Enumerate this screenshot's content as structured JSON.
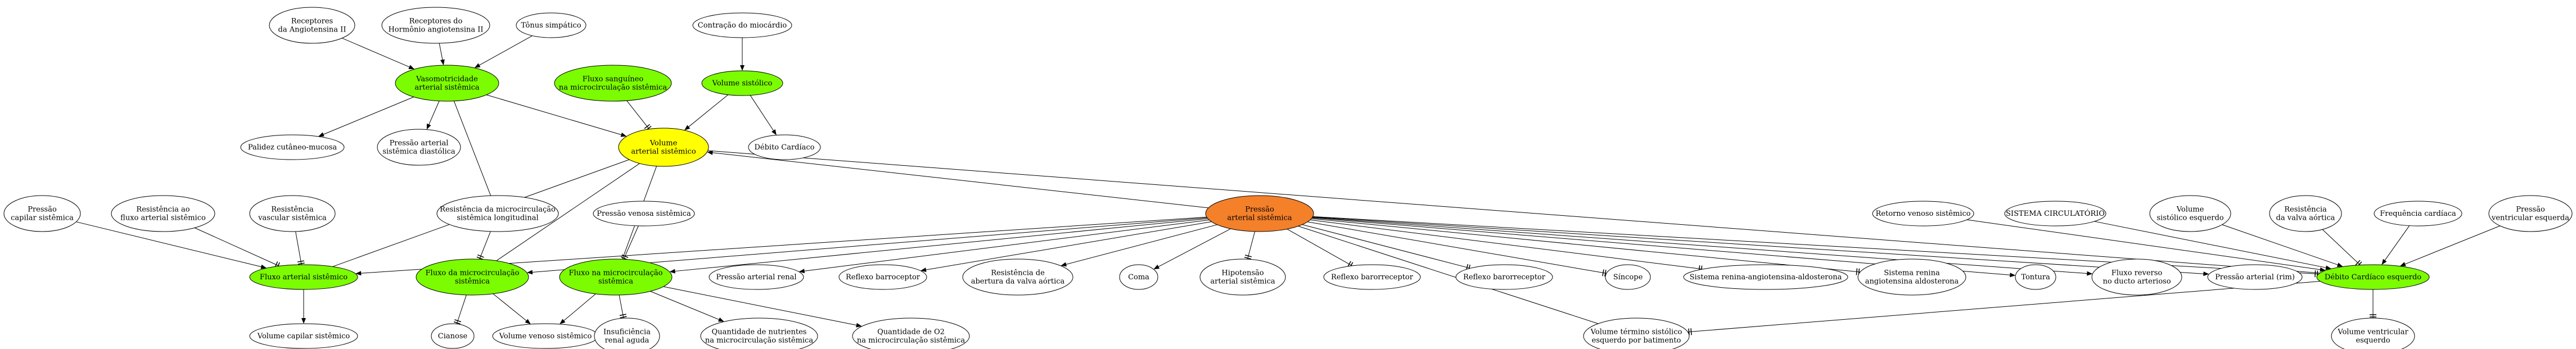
{
  "colors": {
    "green": "#7cfc00",
    "yellow": "#ffff00",
    "orange": "#f4802a",
    "plain": "#ffffff",
    "stroke": "#000000"
  },
  "nodes": [
    {
      "id": "rec_ang",
      "lines": [
        "Receptores",
        "da Angiotensina II"
      ],
      "fill": "plain"
    },
    {
      "id": "rec_horm",
      "lines": [
        "Receptores do",
        "Hormônio angiotensina II"
      ],
      "fill": "plain"
    },
    {
      "id": "tonus",
      "lines": [
        "Tônus simpático"
      ],
      "fill": "plain"
    },
    {
      "id": "contracao",
      "lines": [
        "Contração do miocárdio"
      ],
      "fill": "plain"
    },
    {
      "id": "vasomot",
      "lines": [
        "Vasomotricidade",
        "arterial sistêmica"
      ],
      "fill": "green"
    },
    {
      "id": "fluxo_sang",
      "lines": [
        "Fluxo sanguíneo",
        "na microcirculação sistêmica"
      ],
      "fill": "green"
    },
    {
      "id": "vol_sist",
      "lines": [
        "Volume sistólico"
      ],
      "fill": "green"
    },
    {
      "id": "palidez",
      "lines": [
        "Palidez cutâneo-mucosa"
      ],
      "fill": "plain"
    },
    {
      "id": "pa_diast",
      "lines": [
        "Pressão arterial",
        "sistêmica diastólica"
      ],
      "fill": "plain"
    },
    {
      "id": "vol_art",
      "lines": [
        "Volume",
        "arterial sistêmico"
      ],
      "fill": "yellow"
    },
    {
      "id": "debito",
      "lines": [
        "Débito Cardíaco"
      ],
      "fill": "plain"
    },
    {
      "id": "res_micro",
      "lines": [
        "Resistência da microcirculação",
        "sistêmica longitudinal"
      ],
      "fill": "plain"
    },
    {
      "id": "pres_cap",
      "lines": [
        "Pressão",
        "capilar sistêmica"
      ],
      "fill": "plain"
    },
    {
      "id": "res_fluxo",
      "lines": [
        "Resistência ao",
        "fluxo arterial sistêmico"
      ],
      "fill": "plain"
    },
    {
      "id": "res_vasc",
      "lines": [
        "Resistência",
        "vascular sistêmica"
      ],
      "fill": "plain"
    },
    {
      "id": "pres_ven",
      "lines": [
        "Pressão venosa sistêmica"
      ],
      "fill": "plain"
    },
    {
      "id": "pas",
      "lines": [
        "Pressão",
        "arterial sistêmica"
      ],
      "fill": "orange"
    },
    {
      "id": "retorno",
      "lines": [
        "Retorno venoso sistêmico"
      ],
      "fill": "plain"
    },
    {
      "id": "sis_circ",
      "lines": [
        "SISTEMA CIRCULATÓRIO"
      ],
      "fill": "plain"
    },
    {
      "id": "vol_sist_esq",
      "lines": [
        "Volume",
        "sistólico esquerdo"
      ],
      "fill": "plain"
    },
    {
      "id": "res_valva",
      "lines": [
        "Resistência",
        "da valva aórtica"
      ],
      "fill": "plain"
    },
    {
      "id": "freq",
      "lines": [
        "Frequência cardíaca"
      ],
      "fill": "plain"
    },
    {
      "id": "pres_vent",
      "lines": [
        "Pressão",
        "ventricular esquerda"
      ],
      "fill": "plain"
    },
    {
      "id": "fluxo_art",
      "lines": [
        "Fluxo arterial sistêmico"
      ],
      "fill": "green"
    },
    {
      "id": "fluxo_micro",
      "lines": [
        "Fluxo da microcirculação",
        "sistêmica"
      ],
      "fill": "green"
    },
    {
      "id": "fluxo_na_micro",
      "lines": [
        "Fluxo na microcirculação",
        "sistêmica"
      ],
      "fill": "green"
    },
    {
      "id": "pa_renal",
      "lines": [
        "Pressão arterial renal"
      ],
      "fill": "plain"
    },
    {
      "id": "reflexo_baro",
      "lines": [
        "Reflexo barroceptor"
      ],
      "fill": "plain"
    },
    {
      "id": "res_abert",
      "lines": [
        "Resistência de",
        "abertura da valva aórtica"
      ],
      "fill": "plain"
    },
    {
      "id": "coma",
      "lines": [
        "Coma"
      ],
      "fill": "plain"
    },
    {
      "id": "hipotensao",
      "lines": [
        "Hipotensão",
        "arterial sistêmica"
      ],
      "fill": "plain"
    },
    {
      "id": "reflexo_baro2",
      "lines": [
        "Reflexo barorreceptor"
      ],
      "fill": "plain"
    },
    {
      "id": "reflexo_baro3",
      "lines": [
        "Reflexo barorreceptor"
      ],
      "fill": "plain"
    },
    {
      "id": "sincope",
      "lines": [
        "Síncope"
      ],
      "fill": "plain"
    },
    {
      "id": "sraa",
      "lines": [
        "Sistema renina-angiotensina-aldosterona"
      ],
      "fill": "plain"
    },
    {
      "id": "sraa2",
      "lines": [
        "Sistema renina",
        "angiotensina aldosterona"
      ],
      "fill": "plain"
    },
    {
      "id": "tontura",
      "lines": [
        "Tontura"
      ],
      "fill": "plain"
    },
    {
      "id": "fluxo_rev",
      "lines": [
        "Fluxo reverso",
        "no ducto arterioso"
      ],
      "fill": "plain"
    },
    {
      "id": "pa_rim",
      "lines": [
        "Pressão arterial (rim)"
      ],
      "fill": "plain"
    },
    {
      "id": "debito_esq",
      "lines": [
        "Débito Cardíaco esquerdo"
      ],
      "fill": "green"
    },
    {
      "id": "vol_cap",
      "lines": [
        "Volume capilar sistêmico"
      ],
      "fill": "plain"
    },
    {
      "id": "cianose",
      "lines": [
        "Cianose"
      ],
      "fill": "plain"
    },
    {
      "id": "vol_ven",
      "lines": [
        "Volume venoso sistêmico"
      ],
      "fill": "plain"
    },
    {
      "id": "insuf",
      "lines": [
        "Insuficiência",
        "renal aguda"
      ],
      "fill": "plain"
    },
    {
      "id": "nutrientes",
      "lines": [
        "Quantidade de nutrientes",
        "na microcirculação sistêmica"
      ],
      "fill": "plain"
    },
    {
      "id": "o2",
      "lines": [
        "Quantidade de O2",
        "na microcirculação sistêmica"
      ],
      "fill": "plain"
    },
    {
      "id": "vol_term",
      "lines": [
        "Volume término sistólico",
        "esquerdo por batimento"
      ],
      "fill": "plain"
    },
    {
      "id": "vol_vent",
      "lines": [
        "Volume ventricular",
        "esquerdo"
      ],
      "fill": "plain"
    }
  ],
  "edges": [
    {
      "from": "rec_ang",
      "to": "vasomot",
      "mark": "arrow"
    },
    {
      "from": "rec_horm",
      "to": "vasomot",
      "mark": "arrow"
    },
    {
      "from": "tonus",
      "to": "vasomot",
      "mark": "arrow"
    },
    {
      "from": "contracao",
      "to": "vol_sist",
      "mark": "arrow"
    },
    {
      "from": "vasomot",
      "to": "palidez",
      "mark": "arrow"
    },
    {
      "from": "vasomot",
      "to": "pa_diast",
      "mark": "arrow"
    },
    {
      "from": "vasomot",
      "to": "vol_art",
      "mark": "arrow"
    },
    {
      "from": "vasomot",
      "to": "res_micro",
      "mark": "none"
    },
    {
      "from": "fluxo_sang",
      "to": "vol_art",
      "mark": "tee"
    },
    {
      "from": "vol_sist",
      "to": "vol_art",
      "mark": "arrow"
    },
    {
      "from": "vol_sist",
      "to": "debito",
      "mark": "arrow"
    },
    {
      "from": "vol_art",
      "to": "fluxo_art",
      "mark": "none"
    },
    {
      "from": "vol_art",
      "to": "fluxo_micro",
      "mark": "none"
    },
    {
      "from": "vol_art",
      "to": "fluxo_na_micro",
      "mark": "none"
    },
    {
      "from": "res_micro",
      "to": "fluxo_micro",
      "mark": "tee"
    },
    {
      "from": "pres_cap",
      "to": "fluxo_art",
      "mark": "arrow"
    },
    {
      "from": "res_fluxo",
      "to": "fluxo_art",
      "mark": "tee"
    },
    {
      "from": "res_vasc",
      "to": "fluxo_art",
      "mark": "tee"
    },
    {
      "from": "pres_ven",
      "to": "fluxo_na_micro",
      "mark": "tee"
    },
    {
      "from": "pas",
      "to": "vol_art",
      "mark": "arrow"
    },
    {
      "from": "pas",
      "to": "fluxo_art",
      "mark": "arrow"
    },
    {
      "from": "pas",
      "to": "fluxo_micro",
      "mark": "arrow"
    },
    {
      "from": "pas",
      "to": "fluxo_na_micro",
      "mark": "arrow"
    },
    {
      "from": "pas",
      "to": "pa_renal",
      "mark": "arrow"
    },
    {
      "from": "pas",
      "to": "reflexo_baro",
      "mark": "arrow"
    },
    {
      "from": "pas",
      "to": "res_abert",
      "mark": "arrow"
    },
    {
      "from": "pas",
      "to": "coma",
      "mark": "arrow"
    },
    {
      "from": "pas",
      "to": "hipotensao",
      "mark": "tee"
    },
    {
      "from": "pas",
      "to": "reflexo_baro2",
      "mark": "tee"
    },
    {
      "from": "pas",
      "to": "reflexo_baro3",
      "mark": "tee"
    },
    {
      "from": "pas",
      "to": "sincope",
      "mark": "tee"
    },
    {
      "from": "pas",
      "to": "sraa",
      "mark": "tee"
    },
    {
      "from": "pas",
      "to": "sraa2",
      "mark": "tee"
    },
    {
      "from": "pas",
      "to": "tontura",
      "mark": "arrow"
    },
    {
      "from": "pas",
      "to": "fluxo_rev",
      "mark": "arrow"
    },
    {
      "from": "pas",
      "to": "pa_rim",
      "mark": "arrow"
    },
    {
      "from": "pas",
      "to": "debito_esq",
      "mark": "tee"
    },
    {
      "from": "pas",
      "to": "vol_term",
      "mark": "none"
    },
    {
      "from": "debito_esq",
      "to": "vol_art",
      "mark": "none"
    },
    {
      "from": "retorno",
      "to": "debito_esq",
      "mark": "arrow"
    },
    {
      "from": "sis_circ",
      "to": "debito_esq",
      "mark": "arrow"
    },
    {
      "from": "vol_sist_esq",
      "to": "debito_esq",
      "mark": "arrow"
    },
    {
      "from": "res_valva",
      "to": "debito_esq",
      "mark": "tee"
    },
    {
      "from": "freq",
      "to": "debito_esq",
      "mark": "arrow"
    },
    {
      "from": "pres_vent",
      "to": "debito_esq",
      "mark": "arrow"
    },
    {
      "from": "fluxo_art",
      "to": "vol_cap",
      "mark": "arrow"
    },
    {
      "from": "fluxo_micro",
      "to": "cianose",
      "mark": "tee"
    },
    {
      "from": "fluxo_micro",
      "to": "vol_ven",
      "mark": "arrow"
    },
    {
      "from": "fluxo_na_micro",
      "to": "vol_ven",
      "mark": "arrow"
    },
    {
      "from": "fluxo_na_micro",
      "to": "insuf",
      "mark": "tee"
    },
    {
      "from": "fluxo_na_micro",
      "to": "nutrientes",
      "mark": "arrow"
    },
    {
      "from": "fluxo_na_micro",
      "to": "o2",
      "mark": "arrow"
    },
    {
      "from": "debito_esq",
      "to": "vol_term",
      "mark": "tee"
    },
    {
      "from": "debito_esq",
      "to": "vol_vent",
      "mark": "tee"
    }
  ]
}
